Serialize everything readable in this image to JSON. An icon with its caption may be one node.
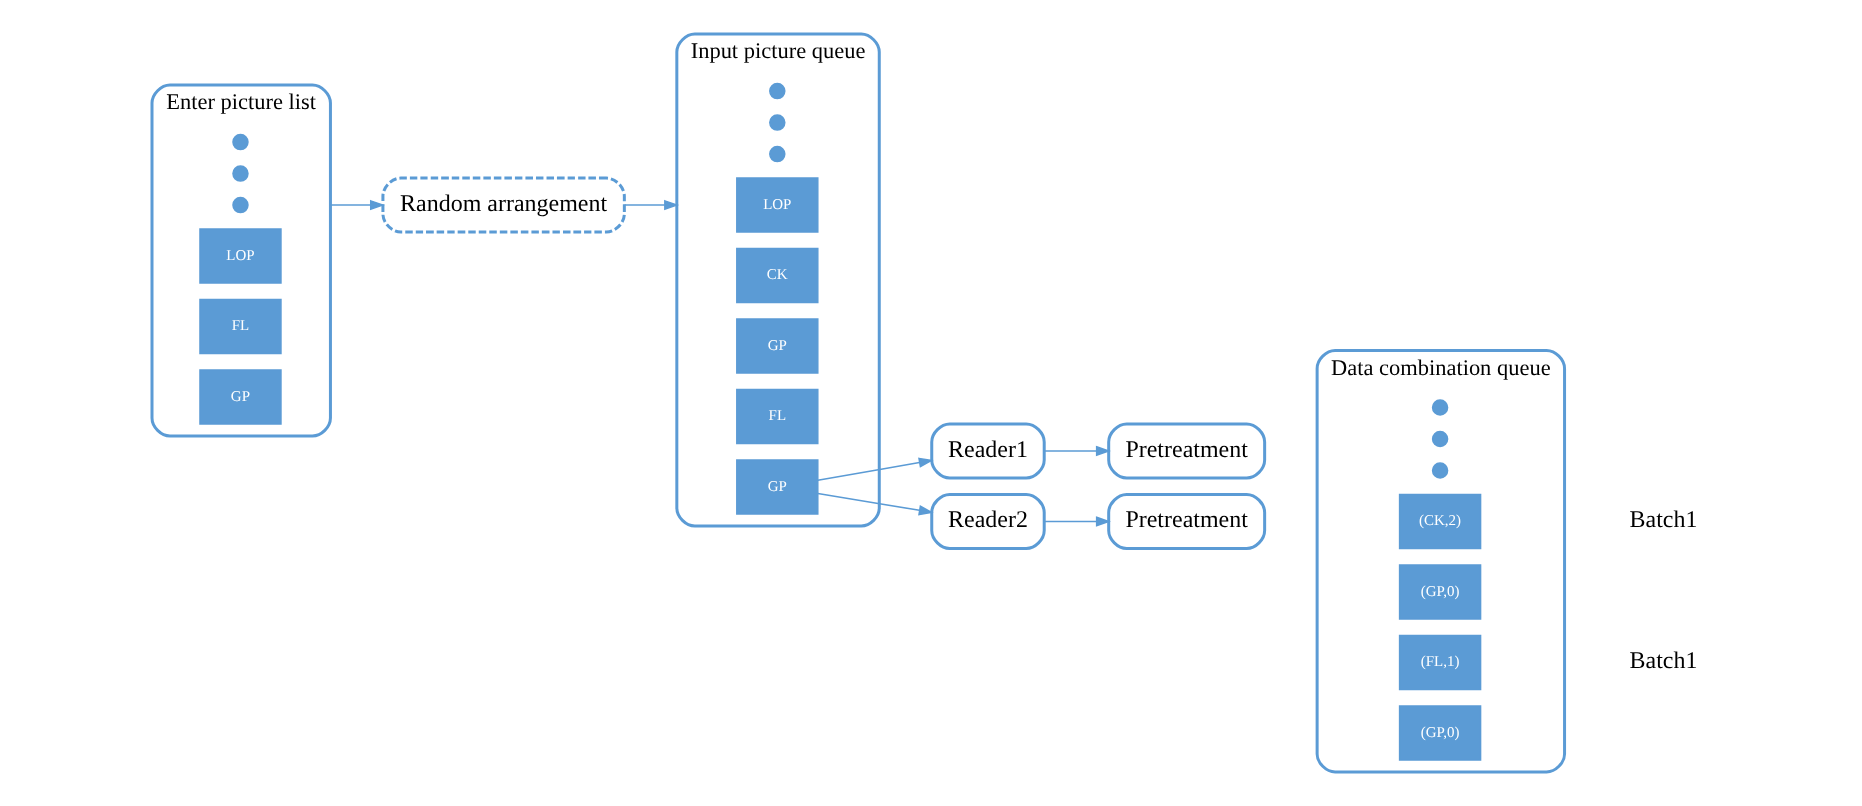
{
  "diagram": {
    "nodes": [
      {
        "text": [
          "Enter picture list"
        ]
      },
      {
        "text": [
          "GP"
        ],
        "in": 0
      },
      {
        "text": [
          "FL"
        ],
        "in": 0
      },
      {
        "text": [
          "LOP"
        ],
        "in": 0
      },
      {
        "text": [],
        "shape": "circle",
        "in": 0
      },
      {
        "text": [],
        "shape": "circle",
        "in": 0
      },
      {
        "text": [],
        "shape": "circle",
        "in": 0
      },
      {
        "text": [
          "Random arrangement"
        ]
      },
      {
        "text": [
          "Input picture queue"
        ]
      },
      {
        "text": [
          "GP"
        ],
        "in": 8
      },
      {
        "text": [
          "FL"
        ],
        "in": 8
      },
      {
        "text": [
          "GP"
        ],
        "in": 8
      },
      {
        "text": [
          "CK"
        ],
        "in": 8
      },
      {
        "text": [
          "LOP"
        ],
        "in": 8
      },
      {
        "text": [],
        "shape": "circle",
        "in": 8
      },
      {
        "text": [],
        "shape": "circle",
        "in": 8
      },
      {
        "text": [],
        "shape": "circle",
        "in": 8
      },
      {
        "text": [
          "Reader1"
        ]
      },
      {
        "text": [
          "Reader2"
        ]
      },
      {
        "text": [
          "Pretreatment"
        ]
      },
      {
        "text": [
          "Pretreatment"
        ]
      },
      {
        "text": [
          "Data combination queue"
        ]
      },
      {
        "text": [
          "(GP,0)"
        ],
        "in": 21
      },
      {
        "text": [
          "(FL,1)"
        ],
        "in": 21
      },
      {
        "text": [
          "(GP,0)"
        ],
        "in": 21
      },
      {
        "text": [
          "(CK,2)"
        ],
        "in": 21
      },
      {
        "text": [],
        "shape": "circle",
        "in": 21
      },
      {
        "text": [],
        "shape": "circle",
        "in": 21
      },
      {
        "text": [],
        "shape": "circle",
        "in": 21
      }
    ],
    "edges": [
      {
        "from": 0,
        "to": 7,
        "arrow": "to"
      },
      {
        "from": 7,
        "to": 8,
        "arrow": "to"
      },
      {
        "from": 9,
        "to": 17,
        "arrow": "to"
      },
      {
        "from": 9,
        "to": 18,
        "arrow": "to"
      },
      {
        "from": 17,
        "to": 19,
        "arrow": "to"
      },
      {
        "from": 18,
        "to": 20,
        "arrow": "to"
      }
    ],
    "labels": [
      "Batch1",
      "Batch1"
    ]
  }
}
